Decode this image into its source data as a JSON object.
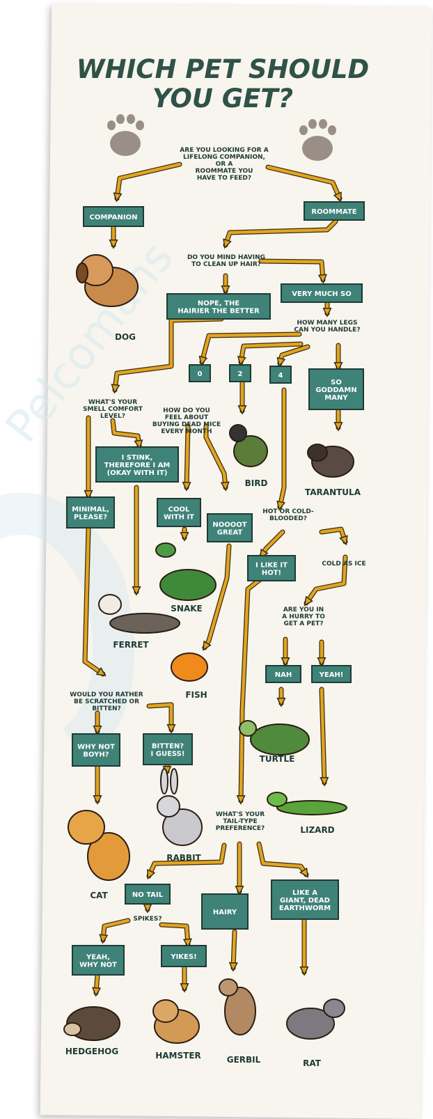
{
  "title": {
    "line1": "WHICH PET SHOULD",
    "line2": "YOU GET?"
  },
  "watermark": "Pelcomans",
  "colors": {
    "box": "#3f8278",
    "arrow": "#e2a520",
    "ink": "#1e3a33",
    "paper": "#f7f5ee"
  },
  "icons": [
    "paw-print-icon",
    "paw-print-icon"
  ],
  "questions": {
    "q_lifelong": [
      "ARE YOU LOOKING FOR A",
      "LIFELONG COMPANION,",
      "OR A",
      "ROOMMATE YOU",
      "HAVE TO FEED?"
    ],
    "q_hair": [
      "DO YOU MIND HAVING",
      "TO CLEAN UP HAIR?"
    ],
    "q_legs": [
      "HOW MANY LEGS",
      "CAN YOU HANDLE?"
    ],
    "q_smell": [
      "WHAT'S YOUR",
      "SMELL COMFORT",
      "LEVEL?"
    ],
    "q_mice": [
      "HOW DO YOU",
      "FEEL ABOUT",
      "BUYING DEAD MICE",
      "EVERY MONTH"
    ],
    "q_blood": [
      "HOT OR COLD-",
      "BLOODED?"
    ],
    "q_cold": [
      "COLD AS ICE"
    ],
    "q_hurry": [
      "ARE YOU IN",
      "A HURRY TO",
      "GET A PET?"
    ],
    "q_scratch": [
      "WOULD YOU RATHER",
      "BE SCRATCHED OR",
      "BITTEN?"
    ],
    "q_tail": [
      "WHAT'S YOUR",
      "TAIL-TYPE",
      "PREFERENCE?"
    ],
    "q_spikes": [
      "SPIKES?"
    ]
  },
  "boxes": {
    "companion": [
      "COMPANION"
    ],
    "roommate": [
      "ROOMMATE"
    ],
    "nope": [
      "NOPE, THE",
      "HAIRIER THE BETTER"
    ],
    "very": [
      "VERY MUCH SO"
    ],
    "leg0": [
      "0"
    ],
    "leg2": [
      "2"
    ],
    "leg4": [
      "4"
    ],
    "many": [
      "SO",
      "GODDAMN",
      "MANY"
    ],
    "stink": [
      "I STINK,",
      "THEREFORE I AM",
      "(OKAY WITH IT)"
    ],
    "minimal": [
      "MINIMAL,",
      "PLEASE?"
    ],
    "cool": [
      "COOL",
      "WITH IT"
    ],
    "noooot": [
      "NOOOOT",
      "GREAT"
    ],
    "hot": [
      "I LIKE IT",
      "HOT!"
    ],
    "nah": [
      "NAH"
    ],
    "yeah": [
      "YEAH!"
    ],
    "whynot": [
      "WHY NOT",
      "BOYH?"
    ],
    "bitten": [
      "BITTEN?",
      "I GUESS!"
    ],
    "notail": [
      "NO TAIL"
    ],
    "hairy": [
      "HAIRY"
    ],
    "worm": [
      "LIKE A",
      "GIANT, DEAD",
      "EARTHWORM"
    ],
    "yeahwhy": [
      "YEAH,",
      "WHY NOT"
    ],
    "yikes": [
      "YIKES!"
    ]
  },
  "pets": {
    "dog": "DOG",
    "bird": "BIRD",
    "tarantula": "TARANTULA",
    "snake": "SNAKE",
    "ferret": "FERRET",
    "fish": "FISH",
    "turtle": "TURTLE",
    "lizard": "LIZARD",
    "rabbit": "RABBIT",
    "cat": "CAT",
    "hedgehog": "HEDGEHOG",
    "hamster": "HAMSTER",
    "gerbil": "GERBIL",
    "rat": "RAT"
  }
}
